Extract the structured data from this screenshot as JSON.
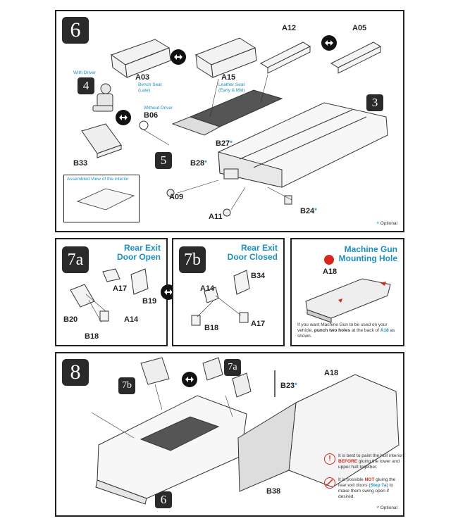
{
  "step6": {
    "number": "6",
    "parts": {
      "a03": "A03",
      "a03_note": "Bench Seat\n(Late)",
      "a15": "A15",
      "a15_note": "Leather Seat\n(Early & Mid)",
      "a12": "A12",
      "a05": "A05",
      "b06": "B06",
      "b06_note": "Without Driver",
      "b33": "B33",
      "b27": "B27",
      "b28": "B28",
      "a09": "A09",
      "a11": "A11",
      "b24": "B24"
    },
    "with_driver": "With Driver",
    "driver_step": "4",
    "sub_step3": "3",
    "sub_step5": "5",
    "inset_caption": "Assembled View of the interior",
    "optional_label": "Optional"
  },
  "step7a": {
    "number": "7a",
    "heading_line1": "Rear Exit",
    "heading_line2": "Door Open",
    "parts": {
      "a17": "A17",
      "b19": "B19",
      "b20": "B20",
      "a14": "A14",
      "b18": "B18"
    }
  },
  "step7b": {
    "number": "7b",
    "heading_line1": "Rear Exit",
    "heading_line2": "Door Closed",
    "parts": {
      "b34": "B34",
      "a14": "A14",
      "b18": "B18",
      "a17": "A17"
    }
  },
  "mg_panel": {
    "heading_line1": "Machine Gun",
    "heading_line2": "Mounting Hole",
    "part": "A18",
    "text_pre": "If you want Machine Gun to be used on your vehicle, ",
    "text_bold": "punch two holes",
    "text_mid": " at the back of ",
    "text_part": "A18",
    "text_post": " as shown."
  },
  "step8": {
    "number": "8",
    "ref7a": "7a",
    "ref7b": "7b",
    "ref6": "6",
    "parts": {
      "a18": "A18",
      "b23": "B23",
      "b38": "B38"
    },
    "note1_pre": "It is best to paint the hull interior ",
    "note1_bold": "BEFORE",
    "note1_post": " gluing the lower and upper hull together.",
    "note2_pre": "It is possible ",
    "note2_bold": "NOT",
    "note2_mid": " gluing the rear exit doors (",
    "note2_step": "Step 7a",
    "note2_post": ") to make them swing open if desired.",
    "optional_label": "Optional"
  },
  "colors": {
    "accent": "#1a8fc8",
    "badge": "#2a2a2a",
    "warning": "#d9261c"
  }
}
